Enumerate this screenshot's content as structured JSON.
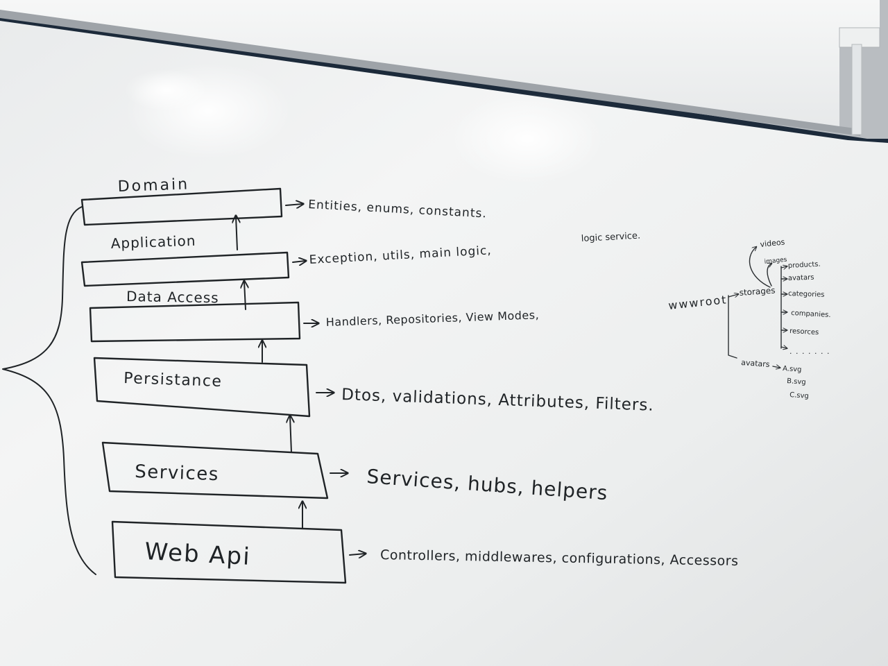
{
  "layers": [
    {
      "name": "Domain",
      "contents": "Entities, enums, constants."
    },
    {
      "name": "Application",
      "contents": "Exception, utils, main logic,"
    },
    {
      "name": "Data Access",
      "contents": "Handlers, Repositories, View Modes,"
    },
    {
      "name": "Persistance",
      "contents": "Dtos, validations, Attributes, Filters."
    },
    {
      "name": "Services",
      "contents": "Services, hubs, helpers"
    },
    {
      "name": "Web Api",
      "contents": "Controllers, middlewares, configurations, Accessors"
    }
  ],
  "side_note": "logic service.",
  "folders": {
    "root": "wwwroot",
    "storage": "storages",
    "images": "images",
    "videos": "videos",
    "image_children": [
      "products.",
      "avatars",
      "categories",
      "companies.",
      "resorces"
    ],
    "ellipsis": ". . . . . . .",
    "avatars": "avatars",
    "avatar_files": [
      "A.svg",
      "B.svg",
      "C.svg"
    ]
  }
}
